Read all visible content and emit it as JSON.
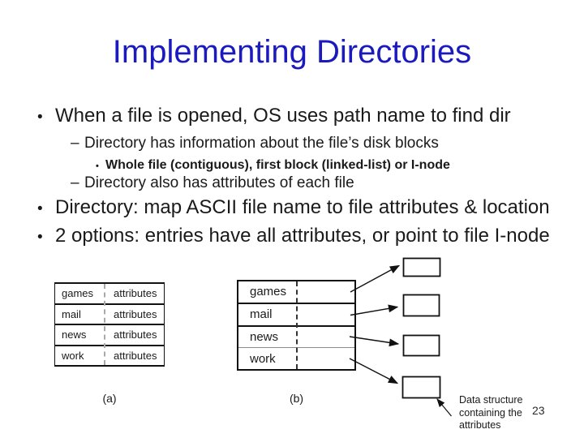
{
  "slide": {
    "title": "Implementing Directories",
    "page_number": "23",
    "title_color": "#1a1abe",
    "text_color": "#1a1a1a",
    "background": "#ffffff"
  },
  "bullets": [
    {
      "level": 1,
      "marker": "•",
      "text": "When a file is opened, OS uses path name to find dir"
    },
    {
      "level": 2,
      "marker": "–",
      "text": "Directory has information about the file’s disk blocks"
    },
    {
      "level": 3,
      "marker": "•",
      "text": "Whole file (contiguous), first block (linked-list) or I-node"
    },
    {
      "level": 2,
      "marker": "–",
      "text": "Directory also has attributes of each file"
    },
    {
      "level": 1,
      "marker": "•",
      "text": "Directory: map ASCII file name to file attributes & location"
    },
    {
      "level": 1,
      "marker": "•",
      "text": "2 options: entries have all attributes, or point to file I-node"
    }
  ],
  "diagram": {
    "table_a": {
      "label": "(a)",
      "rows": [
        {
          "name": "games",
          "attr": "attributes"
        },
        {
          "name": "mail",
          "attr": "attributes"
        },
        {
          "name": "news",
          "attr": "attributes"
        },
        {
          "name": "work",
          "attr": "attributes"
        }
      ]
    },
    "table_b": {
      "label": "(b)",
      "rows": [
        {
          "name": "games"
        },
        {
          "name": "mail"
        },
        {
          "name": "news"
        },
        {
          "name": "work"
        }
      ]
    },
    "callout": {
      "lines": [
        "Data structure",
        "containing the",
        "attributes"
      ]
    }
  }
}
